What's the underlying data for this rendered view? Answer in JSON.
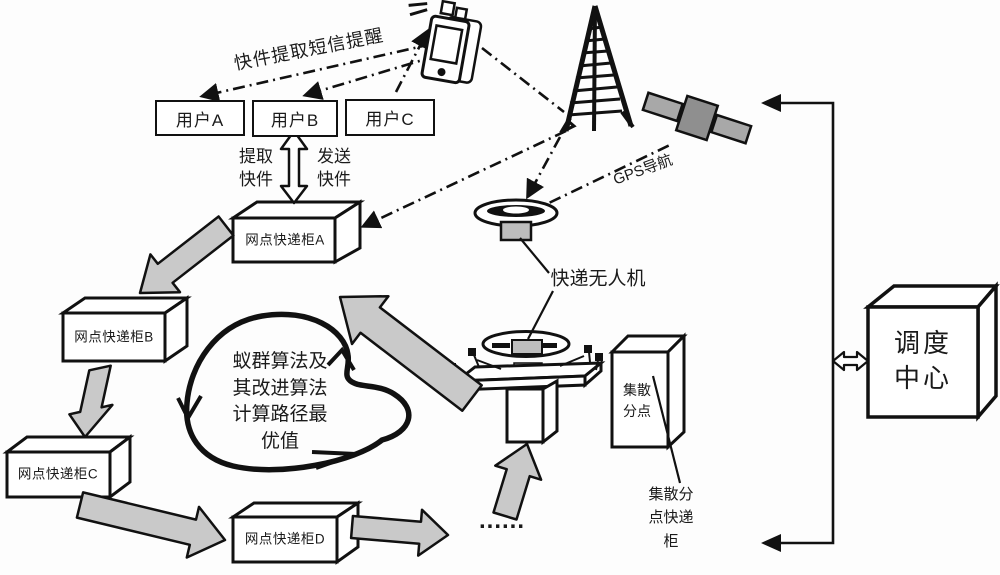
{
  "diagram": {
    "sms_notice": "快件提取短信提醒",
    "users": [
      {
        "label": "用户A"
      },
      {
        "label": "用户B"
      },
      {
        "label": "用户C"
      }
    ],
    "pickup_label": "提取\n快件",
    "send_label": "发送\n快件",
    "lockers": {
      "a": "网点快递柜A",
      "b": "网点快递柜B",
      "c": "网点快递柜C",
      "d": "网点快递柜D"
    },
    "algorithm_note": "蚁群算法及\n其改进算法\n计算路径最\n优值",
    "gps_label": "GPS导航",
    "drone_label": "快递无人机",
    "hub_point_label": "集散\n分点",
    "hub_locker_label": "集散分\n点快递\n柜",
    "dispatch_center_label": "调度\n中心",
    "ellipsis": "......",
    "icons": {
      "phone": "cellphone-icon",
      "tower": "signal-tower-icon",
      "satellite": "satellite-icon",
      "drone_upper": "drone-icon",
      "drone_station": "drone-landing-platform-icon"
    },
    "colors": {
      "arrow_gray": "#c9c9c9",
      "satellite_gray": "#8f8f8f",
      "panel_gray": "#a8a8a8",
      "payload_gray": "#bdbdbd",
      "line_black": "#111111"
    }
  }
}
